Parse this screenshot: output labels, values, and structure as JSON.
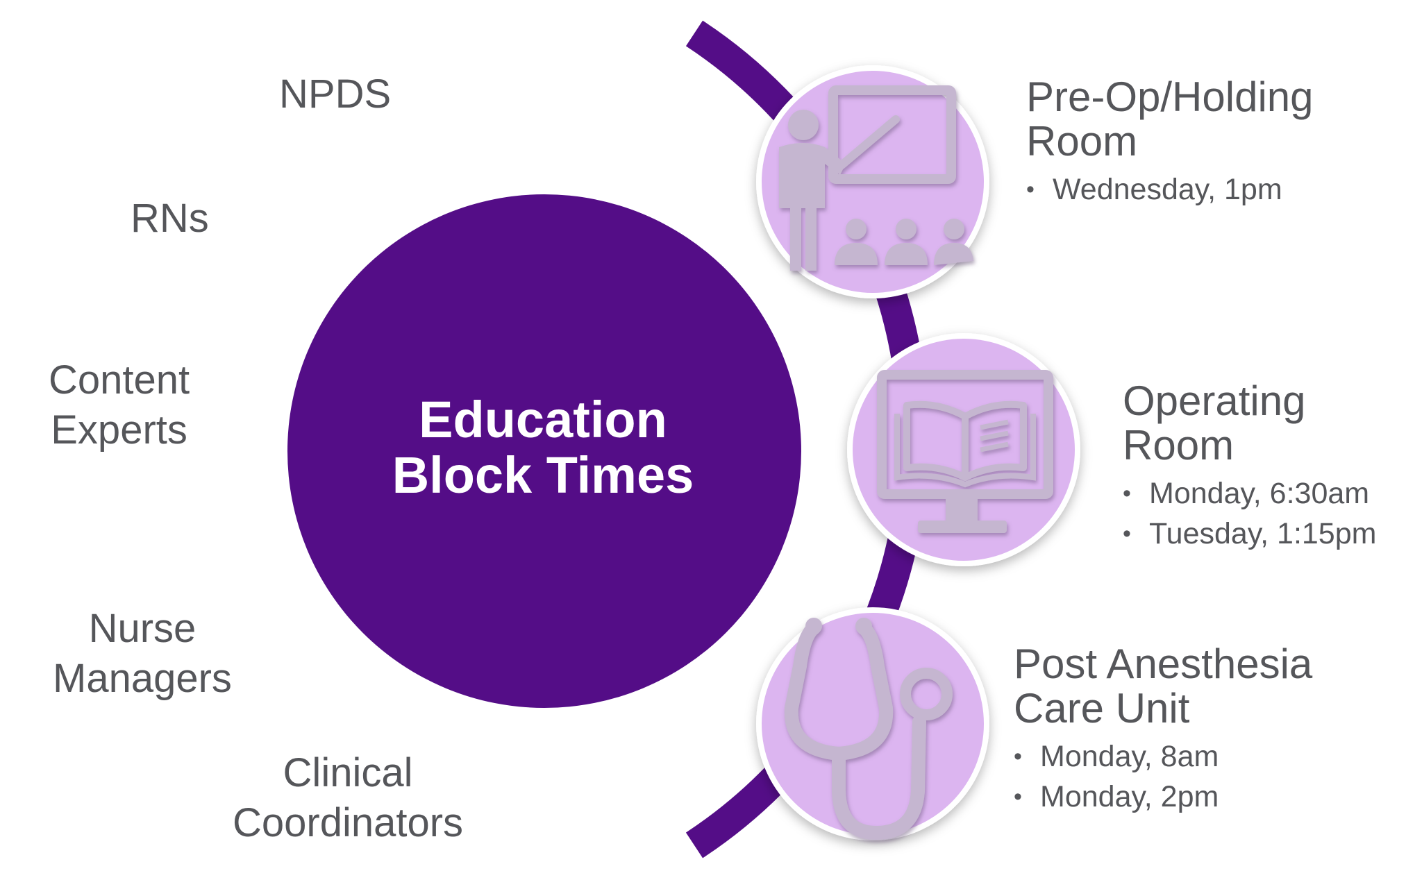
{
  "colors": {
    "primary_purple": "#540d87",
    "icon_circle_fill": "#dcb5f0",
    "icon_glyph": "#c5b6d0",
    "text_gray": "#55565a"
  },
  "center": {
    "title_line1": "Education",
    "title_line2": "Block Times"
  },
  "stakeholders": [
    {
      "line1": "NPDS"
    },
    {
      "line1": "RNs"
    },
    {
      "line1": "Content",
      "line2": "Experts"
    },
    {
      "line1": "Nurse",
      "line2": "Managers"
    },
    {
      "line1": "Clinical",
      "line2": "Coordinators"
    }
  ],
  "areas": [
    {
      "icon": "presenter-classroom-icon",
      "title_line1": "Pre-Op/Holding",
      "title_line2": "Room",
      "times": [
        "Wednesday, 1pm"
      ]
    },
    {
      "icon": "computer-book-icon",
      "title_line1": "Operating",
      "title_line2": "Room",
      "times": [
        "Monday, 6:30am",
        "Tuesday, 1:15pm"
      ]
    },
    {
      "icon": "stethoscope-icon",
      "title_line1": "Post Anesthesia",
      "title_line2": "Care Unit",
      "times": [
        "Monday, 8am",
        "Monday, 2pm"
      ]
    }
  ],
  "bullet_char": "•"
}
